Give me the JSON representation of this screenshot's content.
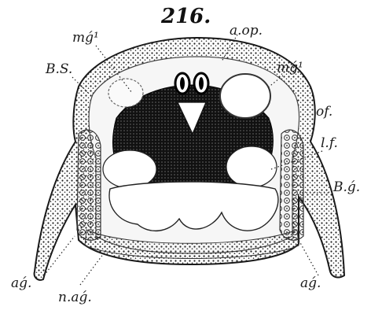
{
  "figure": {
    "number": "216.",
    "labels": {
      "mg1_left": "mǵ¹",
      "aop": "a.op.",
      "bs": "B.S.",
      "mg1_right": "mǵ¹",
      "of": "of.",
      "lf": "l.f.",
      "bg": "B.ǵ.",
      "ag_left": "aǵ.",
      "nag": "n.aǵ.",
      "ag_right": "aǵ."
    }
  },
  "colors": {
    "ink": "#1a1a1a",
    "paper": "#ffffff"
  }
}
